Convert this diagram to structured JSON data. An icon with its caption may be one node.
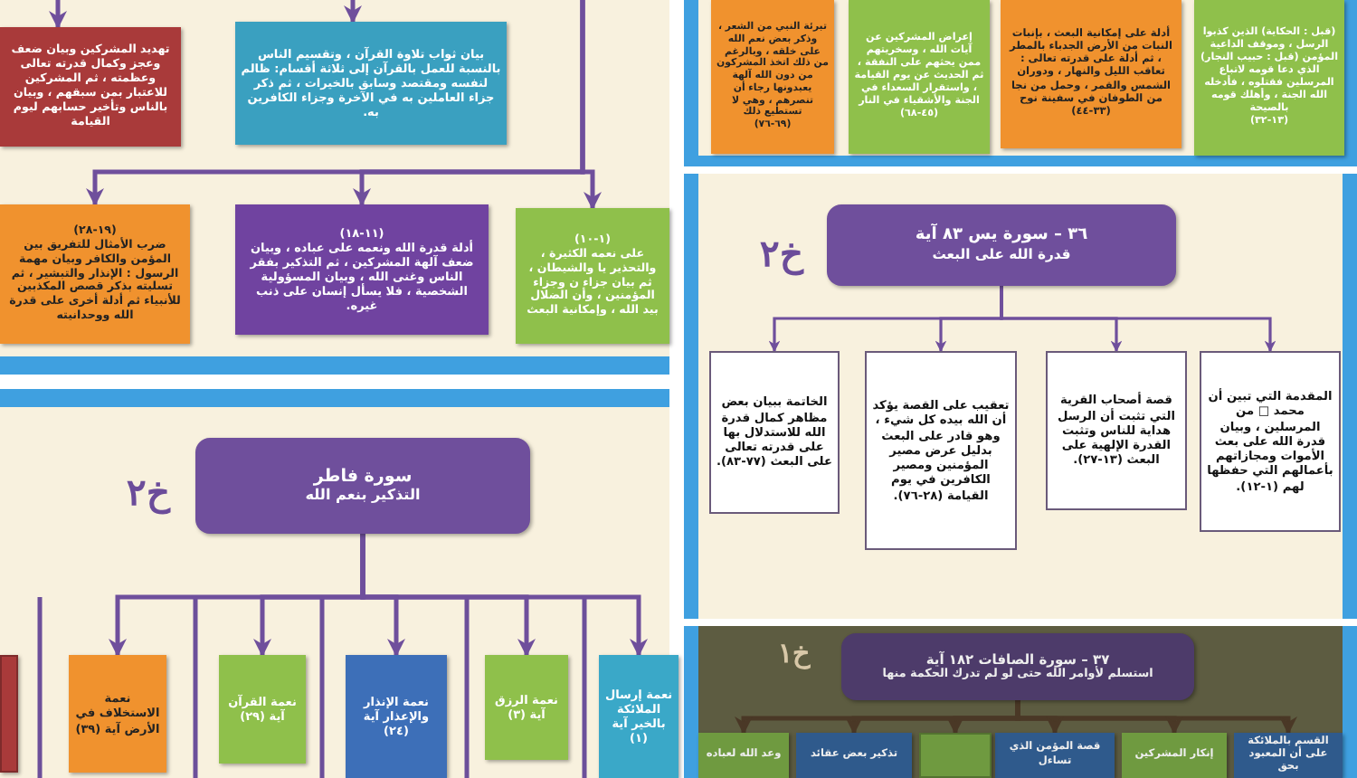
{
  "diagram": {
    "nodes": [
      {
        "text": [
          "تهديد المشركين وبيان ضعف وعجز وكمال قدرته تعالى وعظمته ، ثم المشركين للاعتبار بمن سبقهم ، وبيان بالناس وتأخير حسابهم ليوم القيامة"
        ]
      },
      {
        "text": [
          "بيان ثواب تلاوة القرآن ، وتقسيم الناس بالنسبة للعمل بالقرآن إلى ثلاثة أقسام: ظالم لنفسه ومقتصد وسابق بالخيرات ، ثم ذكر جزاء العاملين به في الآخرة وجزاء الكافرين به."
        ]
      },
      {
        "text": [
          "(١٩-٢٨)",
          "ضرب الأمثال للتفريق بين المؤمن والكافر وبيان مهمة الرسول : الإنذار والتبشير ، ثم تسليته بذكر قصص المكذبين للأنبياء ثم أدلة أخرى على قدرة الله ووحدانيته"
        ]
      },
      {
        "text": [
          "(١١-١٨)",
          "أدلة قدرة الله ونعمه على عباده ، وبيان ضعف آلهة المشركين ، ثم التذكير بفقر الناس وغنى الله ، وبيان المسؤولية الشخصية ، فلا يسأل إنسان على ذنب غيره."
        ]
      },
      {
        "text": [
          "(١-١٠)",
          "على نعمه الكثيرة ، والتحذير يا والشيطان ، ثم بيان جزاء ن وجزاء المؤمنين ، وأن الضلال بيد الله ، وإمكانية البعث"
        ]
      },
      {
        "text": [
          "تبرئة النبي من الشعر ، وذكر بعض نعم الله على خلقه ، وبالرغم من ذلك اتخذ المشركون من دون الله آلهة يعبدونها رجاء أن تنصرهم ، وهي لا تستطيع ذلك",
          "(٦٩-٧٦)"
        ]
      },
      {
        "text": [
          "إعراض المشركين عن آيات الله ، وسخريتهم ممن يحثهم على النفقة ، ثم الحديث عن يوم القيامة ، واستقرار السعداء في الجنة والأشقياء في النار",
          "(٤٥-٦٨)"
        ]
      },
      {
        "text": [
          "أدلة على إمكانية البعث ، بإنبات النبات من الأرض الجدباء بالمطر ، ثم أدلة على قدرته تعالى : تعاقب الليل والنهار ، ودوران الشمس والقمر ، وحمل من نجا من الطوفان في سفينة نوح",
          "(٣٣-٤٤)"
        ]
      },
      {
        "text": [
          "(قبل : الحكاية) الذين كذبوا الرسل ، وموقف الداعية المؤمن (قبل : حبيب النجار) الذي دعا قومه لاتباع المرسلين فقتلوه ، فأدخله الله الجنة ، وأهلك قومه بالصيحة",
          "(١٣-٣٢)"
        ]
      },
      {
        "text": [
          "٣٦ – سورة يس ٨٣ آية",
          "قدرة الله على البعث"
        ]
      },
      {
        "text": [
          "المقدمة التي تبين أن محمد □ من المرسلين ، وبيان قدرة الله على بعث الأموات ومجازاتهم بأعمالهم التي حفظها لهم (١-١٢)."
        ]
      },
      {
        "text": [
          "قصة أصحاب القرية التي تثبت أن الرسل هداية للناس وتثبت القدرة الإلهية على البعث (١٣-٢٧)."
        ]
      },
      {
        "text": [
          "تعقيب على القصة يؤكد أن الله بيده كل شيء ، وهو قادر على البعث بدليل عرض مصير المؤمنين ومصير الكافرين في يوم القيامة (٢٨-٧٦)."
        ]
      },
      {
        "text": [
          "الخاتمة ببيان بعض مظاهر كمال قدرة الله للاستدلال بها على قدرته تعالى على البعث (٧٧-٨٣)."
        ]
      },
      {
        "text": [
          "سورة فاطر",
          "التذكير بنعم الله"
        ]
      },
      {
        "text": [
          "نعمة إرسال الملائكة بالخير آية (١)"
        ]
      },
      {
        "text": [
          "نعمة الرزق آية (٣)"
        ]
      },
      {
        "text": [
          "نعمة الإنذار والإعذار آية (٢٤)"
        ]
      },
      {
        "text": [
          "نعمة القرآن آية (٢٩)"
        ]
      },
      {
        "text": [
          "نعمة الاستخلاف في الأرض آية (٣٩)"
        ]
      },
      {
        "text": [],
        "shape": "box"
      },
      {
        "text": [
          "٣٧ – سورة الصافات ١٨٢ آية",
          "استسلم لأوامر الله حتى لو لم تدرك الحكمة منها"
        ]
      },
      {
        "text": [
          "القسم بالملائكة على أن المعبود بحق"
        ]
      },
      {
        "text": [
          "إنكار المشركين"
        ]
      },
      {
        "text": [
          "قصة المؤمن الذي تساءل"
        ]
      },
      {
        "text": [],
        "shape": "box"
      },
      {
        "text": [
          "تذكير بعض عقائد"
        ]
      },
      {
        "text": [
          "وعد الله لعباده"
        ]
      }
    ],
    "edges": [
      {
        "from": null,
        "to": 0,
        "arrow": "to"
      },
      {
        "from": null,
        "to": 1,
        "arrow": "to"
      },
      {
        "from": null,
        "to": 2,
        "arrow": "to"
      },
      {
        "from": null,
        "to": 3,
        "arrow": "to"
      },
      {
        "from": null,
        "to": 4,
        "arrow": "to"
      },
      {
        "from": 9,
        "to": 10,
        "arrow": "to"
      },
      {
        "from": 9,
        "to": 11,
        "arrow": "to"
      },
      {
        "from": 9,
        "to": 12,
        "arrow": "to"
      },
      {
        "from": 9,
        "to": 13,
        "arrow": "to"
      },
      {
        "from": 14,
        "to": 15,
        "arrow": "to"
      },
      {
        "from": 14,
        "to": 16,
        "arrow": "to"
      },
      {
        "from": 14,
        "to": 17,
        "arrow": "to"
      },
      {
        "from": 14,
        "to": 18,
        "arrow": "to"
      },
      {
        "from": 14,
        "to": 19,
        "arrow": "to"
      },
      {
        "from": 21,
        "to": 22,
        "arrow": "to",
        "color": "#4a3826"
      },
      {
        "from": 21,
        "to": 23,
        "arrow": "to",
        "color": "#4a3826"
      },
      {
        "from": 21,
        "to": 24,
        "arrow": "to",
        "color": "#4a3826"
      },
      {
        "from": 21,
        "to": 25,
        "arrow": "to",
        "color": "#4a3826"
      },
      {
        "from": 21,
        "to": 26,
        "arrow": "to",
        "color": "#4a3826"
      },
      {
        "from": 21,
        "to": 27,
        "arrow": "to",
        "color": "#4a3826"
      }
    ],
    "labels": [
      "خ٢",
      "خ٢",
      "خ١"
    ]
  }
}
